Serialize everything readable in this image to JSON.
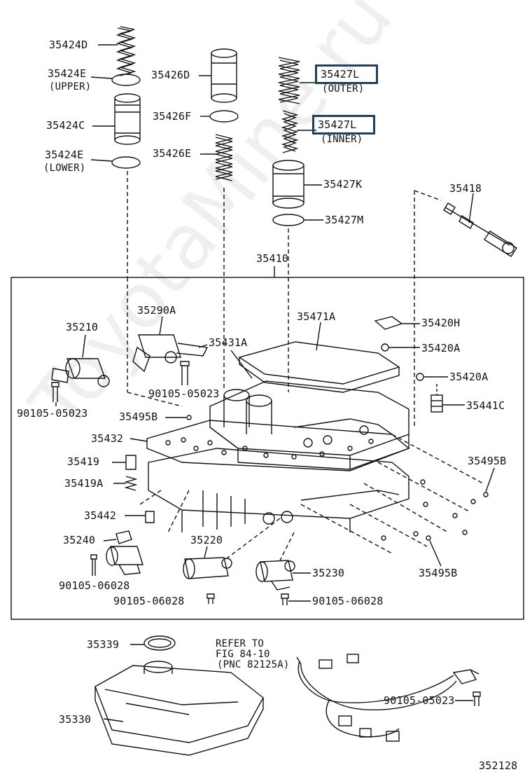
{
  "diagram_number": "352128",
  "assembly_label": "35410",
  "watermark": "ToyotaMine.ru",
  "highlight_color": "#1f3f5f",
  "parts": {
    "p35424D": "35424D",
    "p35424E_upper": "35424E",
    "p35424E_upper_note": "(UPPER)",
    "p35424C": "35424C",
    "p35424E_lower": "35424E",
    "p35424E_lower_note": "(LOWER)",
    "p35426D": "35426D",
    "p35426F": "35426F",
    "p35426E": "35426E",
    "p35427L_outer": "35427L",
    "p35427L_outer_note": "(OUTER)",
    "p35427L_inner": "35427L",
    "p35427L_inner_note": "(INNER)",
    "p35427K": "35427K",
    "p35427M": "35427M",
    "p35418": "35418",
    "p35210": "35210",
    "p35290A": "35290A",
    "p35431A": "35431A",
    "p35471A": "35471A",
    "p35420H": "35420H",
    "p35420A_1": "35420A",
    "p35420A_2": "35420A",
    "p35441C": "35441C",
    "p90105_05023_a": "90105-05023",
    "p90105_05023_b": "90105-05023",
    "p35495B_1": "35495B",
    "p35432": "35432",
    "p35495B_2": "35495B",
    "p35419": "35419",
    "p35419A": "35419A",
    "p35442": "35442",
    "p35240": "35240",
    "p35220": "35220",
    "p35230": "35230",
    "p35495B_3": "35495B",
    "p90105_06028_a": "90105-06028",
    "p90105_06028_b": "90105-06028",
    "p90105_06028_c": "90105-06028",
    "p35339": "35339",
    "p35330": "35330",
    "p90105_05023_c": "90105-05023"
  },
  "refer": {
    "line1": "REFER TO",
    "line2": "FIG 84-10",
    "line3": "(PNC 82125A)"
  }
}
